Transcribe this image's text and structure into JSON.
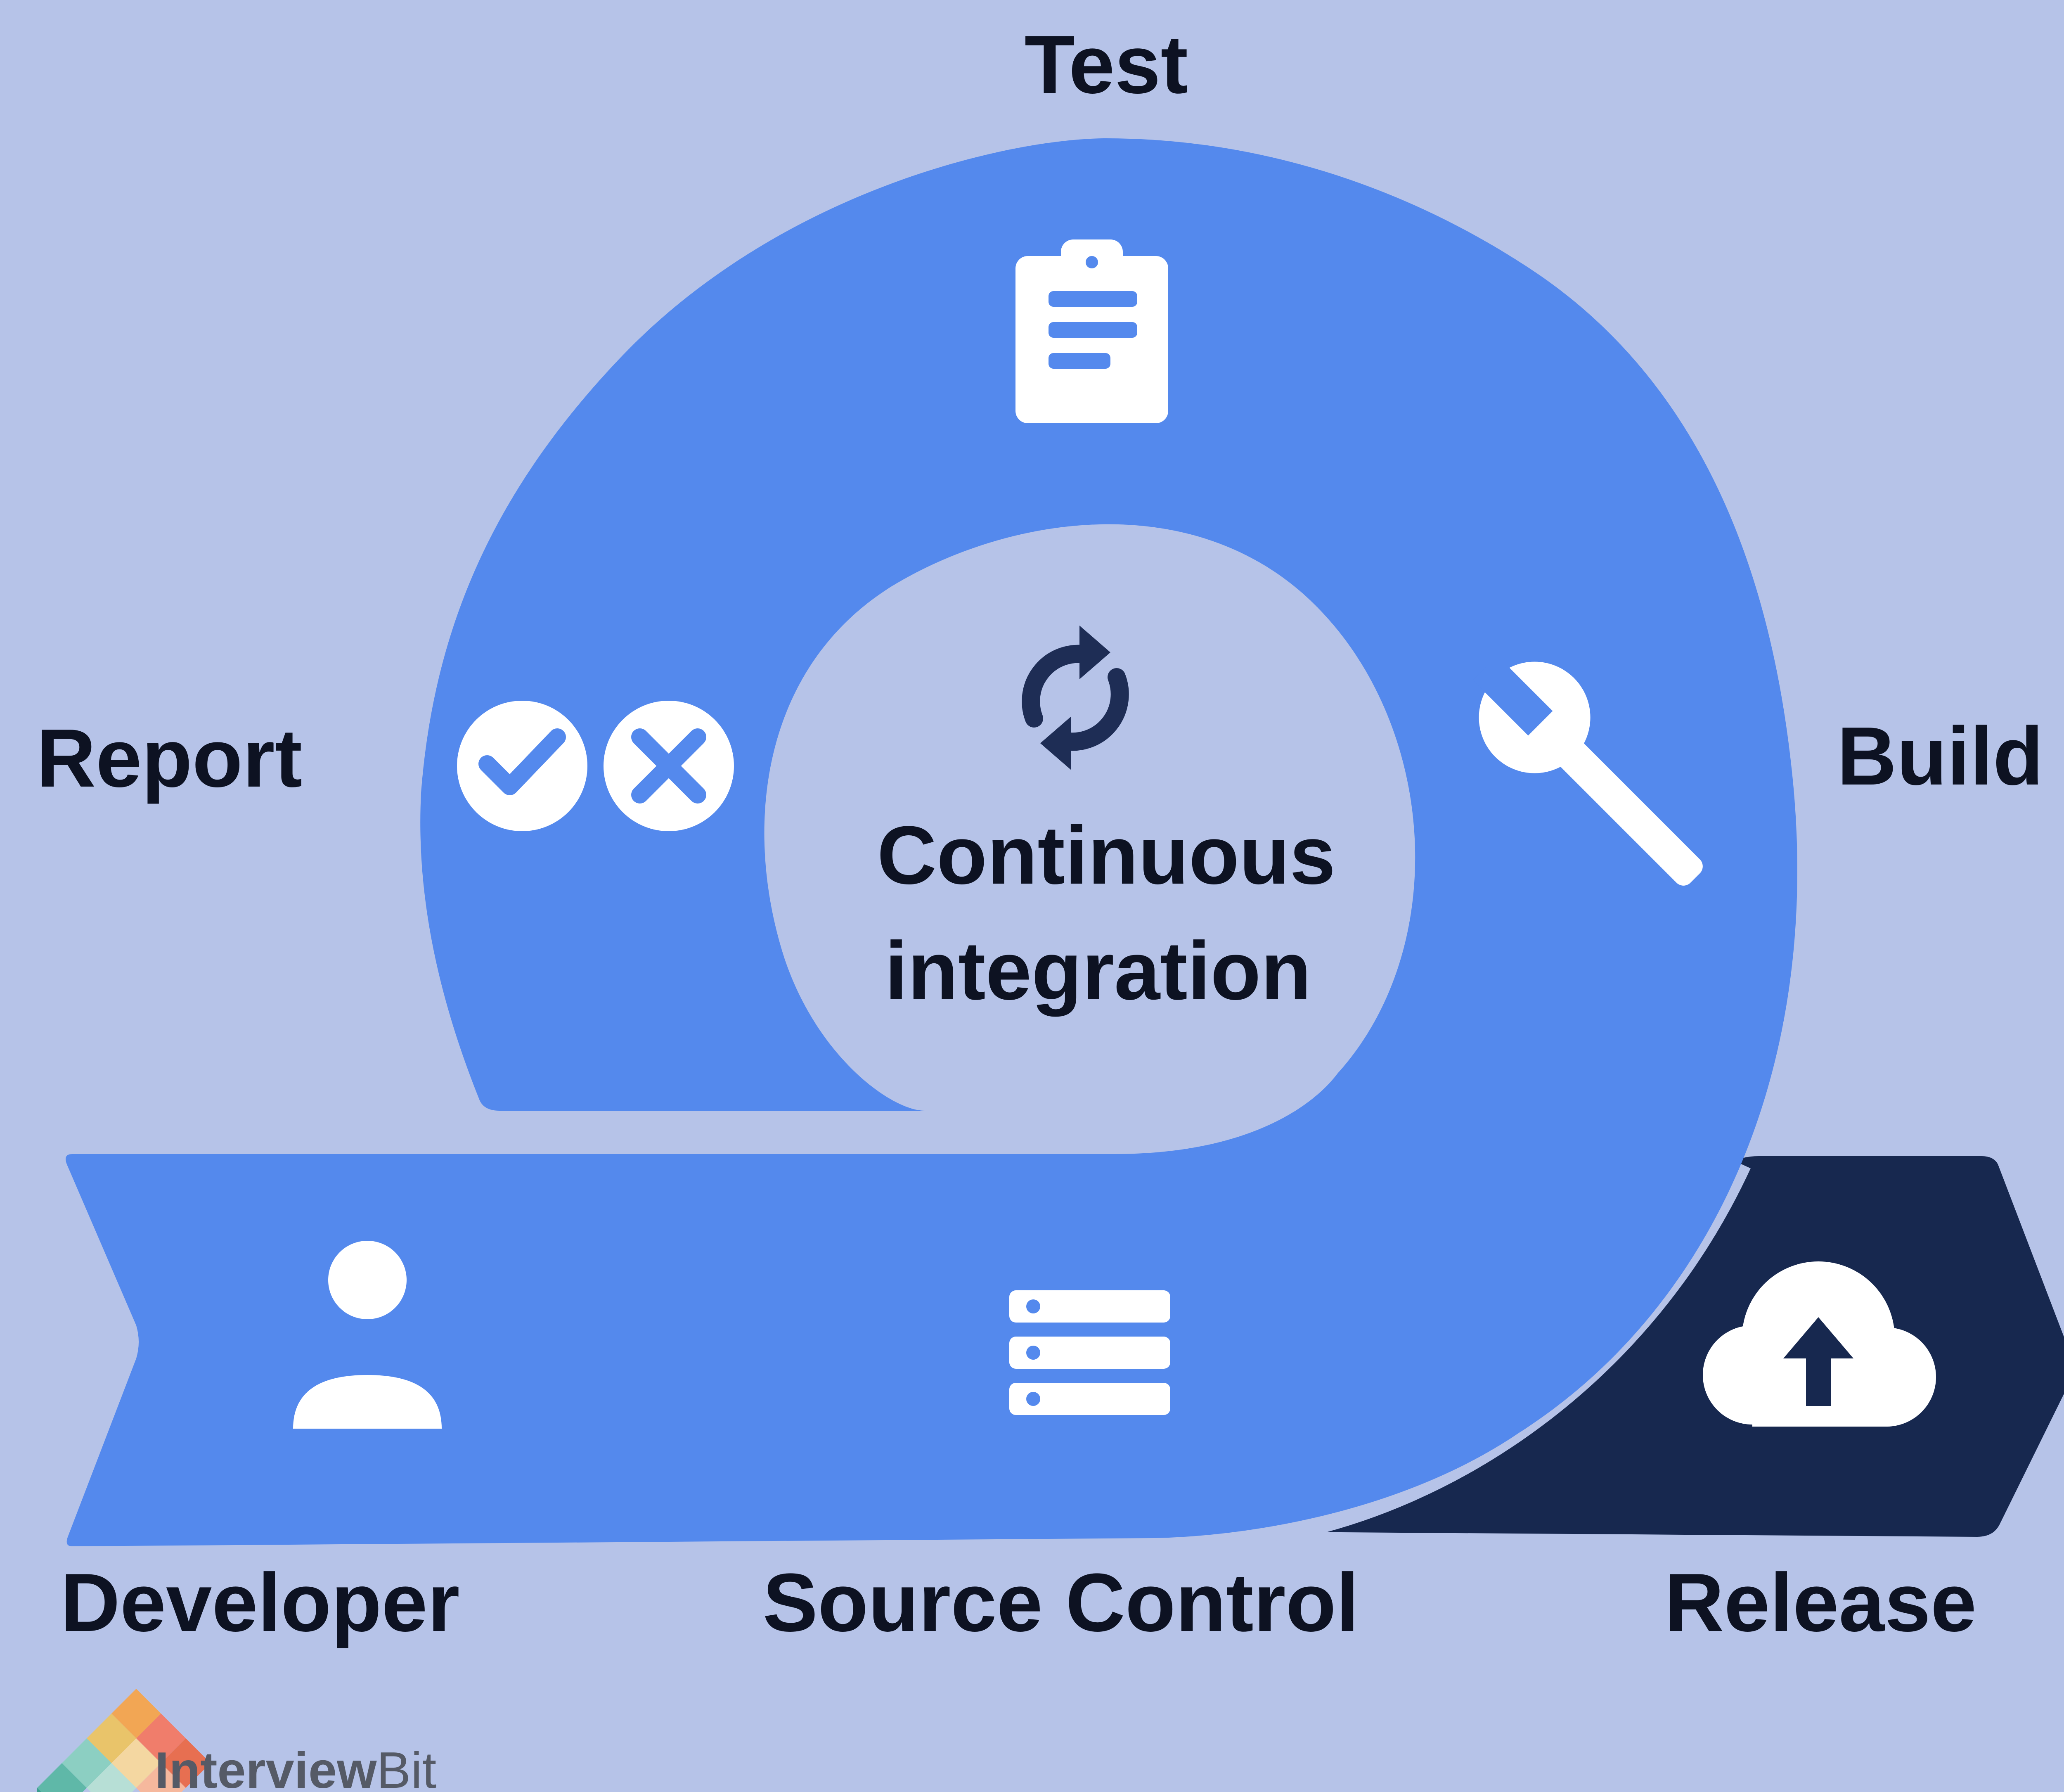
{
  "labels": {
    "test": "Test",
    "build": "Build",
    "report": "Report",
    "developer": "Developer",
    "source_control": "Source Control",
    "release": "Release"
  },
  "center": {
    "line1": "Continuous",
    "line2": "integration"
  },
  "logo": {
    "part1": "Interview",
    "part2": "Bit"
  },
  "colors": {
    "background": "#b6c3e8",
    "band": "#5489ed",
    "release_band": "#17284f",
    "text": "#0d1222",
    "icon": "#ffffff"
  },
  "icons": {
    "test": "clipboard-icon",
    "build": "wrench-icon",
    "report_pass": "check-circle-icon",
    "report_fail": "x-circle-icon",
    "center": "sync-icon",
    "developer": "user-icon",
    "source_control": "server-icon",
    "release": "cloud-upload-icon"
  }
}
